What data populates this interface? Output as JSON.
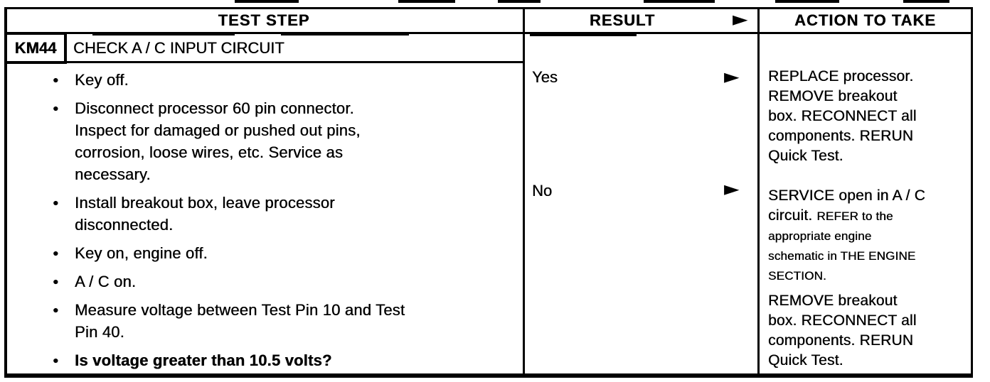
{
  "icons": {
    "arrow": "►",
    "bullet": "●"
  },
  "table": {
    "headers": {
      "test_step": "TEST STEP",
      "result": "RESULT",
      "action": "ACTION TO TAKE"
    },
    "step": {
      "id": "KM44",
      "title": "CHECK A / C INPUT CIRCUIT",
      "instructions": [
        {
          "text": "Key off."
        },
        {
          "text": "Disconnect processor 60 pin connector.\nInspect for damaged or pushed out pins,\ncorrosion, loose wires, etc. Service as\nnecessary."
        },
        {
          "text": "Install breakout box, leave processor\ndisconnected."
        },
        {
          "text": "Key on, engine off."
        },
        {
          "text": "A / C on."
        },
        {
          "text": "Measure voltage between Test Pin 10 and Test\nPin 40."
        },
        {
          "text": "Is voltage greater than 10.5 volts?"
        }
      ]
    },
    "results": [
      {
        "label": "Yes",
        "action": "REPLACE processor.\nREMOVE breakout\nbox. RECONNECT all\ncomponents. RERUN\nQuick Test."
      },
      {
        "label": "No",
        "action_main": "SERVICE open in A / C\ncircuit.",
        "action_detail": "REFER to the\nappropriate engine\nschematic in THE ENGINE\nSECTION.",
        "action_followup": "REMOVE breakout\nbox. RECONNECT all\ncomponents. RERUN\nQuick Test."
      }
    ]
  }
}
